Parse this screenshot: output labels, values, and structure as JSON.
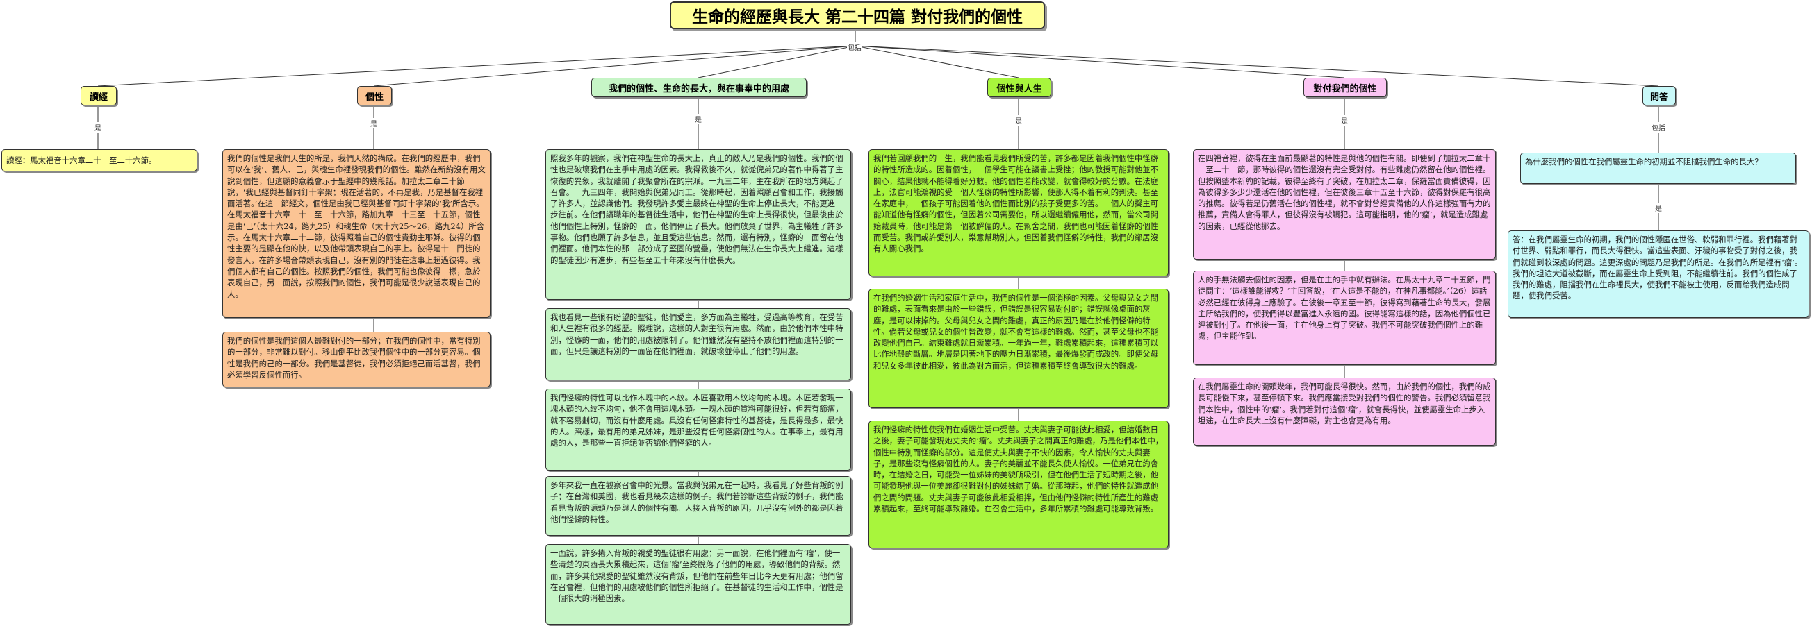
{
  "root": {
    "title": "生命的經歷與長大 第二十四篇 對付我們的個性",
    "relation": "包括"
  },
  "topics": [
    {
      "label": "讀經",
      "relation": "是"
    },
    {
      "label": "個性",
      "relation": "是"
    },
    {
      "label": "我們的個性、生命的長大，與在事奉中的用處",
      "relation": "是"
    },
    {
      "label": "個性與人生",
      "relation": "是"
    },
    {
      "label": "對付我們的個性",
      "relation": "是"
    },
    {
      "label": "問答",
      "relation": "包括"
    }
  ],
  "notes": {
    "reading": "讀經：馬太福音十六章二十一至二十六節。",
    "personality": [
      "我們的個性是我們天生的所是，我們天然的構成。在我們的經歷中，我們可以在‘我’、舊人、己，與魂生命裡發現我們的個性。雖然在新約沒有用文說到個性，但這顯的意義會示于聖經中的幾段話。加拉太二章二十節說，‘我已經與基督同釘十字架；現在活著的，不再是我，乃是基督在我裡面活著。’在這一節經文，個性是由我已經與基督同釘十字架的‘我’所含示。在馬太福音十六章二十一至二十六節，路加九章二十三至二十五節，個性是由‘己’（太十六24，路九25）和魂生命（太十六25～26，路九24）所含示。在馬太十六章二十二節，彼得照着自己的個性貴動主耶穌。彼得的個性主要的是顯在他的快，以及他帶頭表現自己的事上。彼得是十二門徒的發言人，在許多場合帶頭表現自己，沒有別的門徒在這事上超過彼得。我們個人都有自己的個性。按照我們的個性，我們可能也像彼得一樣，急於表現自己，另一面說，按照我們的個性，我們可能是很少說話表現自己的人。",
      "我們的個性是我們這個人最難對付的一部分；在我們的個性中，常有特別的一部分，非常難以對付。移山倒平比改我們個性中的一部分更容易。個性是我們的己的一部分。我們是基督徒，我們必須拒絕己而活基督，我們必須學習反個性而行。"
    ],
    "service": [
      "照我多年的觀察，我們在神聖生命的長大上，真正的敵人乃是我們的個性。我們的個性也是破壞我們在主手中用處的因素。我得救後不久，就從倪弟兄的著作中得著了主恢復的異象，我就離開了我聚會所在的宗派。一九三二年，主在我所在的地方興起了召會。一九三四年，我開始與倪弟兄同工。從那時起，因着照顧召會和工作，我接觸了許多人，並認識他們。我發現許多愛主最終在神聖的生命上停止長大，不能更進一步往前。在他們讀職年的基督徒生活中，他們在神聖的生命上長得很快，但最後由於他們個性上特別，怪癖的一面，他們停止了長大。他們放棄了世界，為主犧牲了許多事物。他們也願了許多信息，並且愛這些信息。然而，還有特別，怪癖的一面留在他們裡面。他們本性的那一部分成了堅固的營壘，使他們無法在生命長大上繼進。這樣的聖徒因少有進步，有些甚至五十年來沒有什麼長大。",
      "我也看見一些很有盼望的聖徒，他們愛主，多方面為主犧牲，受過高等教育，在受苦和人生裡有很多的經歷。照理說，這樣的人對主很有用處。然而，由於他們本性中特別，怪癖的一面，他們的用處被限制了。他們雖然沒有堅持不放他們裡面這特別的一面，但只是讓這特別的一面留在他們裡面，就破壞並停止了他們的用處。",
      "我們怪癖的特性可以比作木塊中的木紋。木匠喜歡用木紋均勻的木塊。木匠若發現一塊木頭的木紋不均勻，他不會用這塊木頭。一塊木頭的質料可能很好，但若有節瘤，就不容易劃切，而沒有什麼用處。具沒有任何怪癖特性的基督徒，是長得最多，最快的人。照樣，最有用的弟兄姊妹，是那些沒有任何怪癖個性的人。在事奉上，最有用處的人，是那些一直拒絕並否認他們怪癖的人。",
      "多年來我一直在觀察召會中的光景。當我與倪弟兄在一起時，我看見了好些背叛的例子；在台灣和美國，我也看見幾次這樣的例子。我們若診斷這些背叛的例子，我們能看見背叛的源頭乃是與人的個性有關。人接入背叛的原因，几乎沒有例外的都是因着他們怪僻的特性。",
      "一面說，許多捲入背叛的親愛的聖徒很有用處；另一面說，在他們裡面有‘瘤’，使一些清楚的東西長大累積起來，這個‘瘤’至終脫落了他們的用處，導致他們的背叛。然而，許多其他親愛的聖徒雖然沒有背叛，但他們在前些年日比今天更有用處；他們留在召會裡，但他們的用處被他們的個性所拒絕了。在基督徒的生活和工作中，個性是一個很大的消極因素。"
    ],
    "life": [
      "我們若回顧我們的一生，我們能看見我們所受的苦，許多都是因着我們個性中怪癖的特性所造成的。因着個性，一個學生可能在讀書上受挫；他的教授可能對他並不關心，結果他就不能得着好分數。他的個性若能改變，就會得較好的分數。在法庭上，法官可能鴻視的受一個人怪癖的特性所影響，使那人得不着有利的判決。甚至在家庭中，一個孩子可能因着他的個性而比別的孩子受更多的苦。一個人的擬主可能知道他有怪癖的個性，但因着公司需要他，所以還繼續僱用他，然而，當公司開始裁員時，他可能是第一個被解僱的人。在幫舍之間，我們也可能因着怪癖的個性而受苦。我們或許愛別人，樂意幫助別人，但因着我們怪僻的特性，我們的鄰居沒有人關心我們。",
      "在我們的婚姻生活和家庭生活中，我們的個性是一個消極的因素。父母與兒女之間的難處，表面看來是由於一些錯誤，但錯誤是很容易對付的；錯誤就像桌面的灰塵，是可以抹掉的。父母與兒女之間的難處，真正的原因乃是在於他們怪僻的特性。倘若父母或兒女的個性皆改變，就不會有這樣的難處。然而，甚至父母也不能改變他們自己。結束難處就日漸累積。一年過一年，難處累積起來，這種累積可以比作地殼的斷層。地層是因著地下的壓力日漸累積，最後爆發而成改的。即使父母和兒女多年彼此相愛，彼此為對方而活，但這種累積至終會導致很大的難處。",
      "我們怪癖的特性使我們在婚姻生活中受苦。丈夫與妻子可能彼此相愛，但結婚數日之後，妻子可能發現她丈夫的‘瘤’。丈夫與妻子之間真正的難處，乃是他們本性中，個性中特別而怪癖的部分。這是使丈夫與妻子不快的因素，令人愉快的丈夫與妻子，是那些沒有怪癖個性的人。妻子的美麗並不能長久使人愉悅。一位弟兄在約會時，在結婚之日，可能受一位姊妹的美貌所吸引，但在他們生活了短時期之後，他可能發現他與一位美麗卻很難對付的姊妹結了婚。從那時起，他們的特性就造成他們之間的問題。丈夫與妻子可能彼此相愛相拌，但由他們怪僻的特性所產生的難處累積起來，至終可能導致離婚。在召會生活中，多年所累積的難處可能導致背叛。"
    ],
    "deal": [
      "在四福音裡，彼得在主面前最顯著的特性是與他的個性有關。即使到了加拉太二章十一至二十一節，那時彼得的個性還沒有完全受對付。有些難處仍然留在他的個性裡。但按照整本新約的記載，彼得至終有了突破，在加拉太二章，保羅當面責備彼得，因為彼得多多少少還活在他的個性裡，但在彼後三章十五至十六節，彼得對保羅有很高的推薦。彼得若是仍舊活在他的個性裡，就不會對曾經責備他的人作這樣強而有力的推薦，責備人會得罪人，但彼得沒有被觸犯。這可能指明，他的‘瘤’，就是造成難處的因素，已經從他挪去。",
      "人的手無法觸去個性的因素，但是在主的手中就有辦法。在馬太十九章二十五節，門徒問主：‘這樣誰能得救？’主回答說，‘在人這是不能的，在神凡事都能。’（26）這話必然已經在彼得身上應驗了。在彼後一章五至十節，彼得寫到藉著生命的長大，發展主所給我們的，使我們得以豐富進入永遠的國。彼得能寫這樣的話，因為他們個性已經被對付了。在他後一面，主在他身上有了突破。我們不可能突破我們個性上的難處，但主能作到。",
      "在我們屬靈生命的開頭幾年，我們可能長得很快。然而，由於我們的個性，我們的成長可能慢下來，甚至停頓下來。我們應當接受對我們的個性的警告。我們必須留意我們本性中，個性中的‘瘤’。我們若對付這個‘瘤’，就會長得快，並使屬靈生命上步入坦途，在生命長大上沒有什麼障礙，對主也會更為有用。"
    ],
    "qa_question": "為什麼我們的個性在我們屬靈生命的初期並不阻擋我們生命的長大？",
    "qa_relation": "是",
    "qa_answer": "答：在我們屬靈生命的初期，我們的個性隱匿在世俗、軟弱和罪行裡。我們藉著對付世界、弱點和罪行，而長大得很快。當這些表面、汙穢的事物受了對付之後，我們就碰到較深處的問題。這更深處的問題乃是我們的所是。在我們的所是裡有‘瘤’。我們的坦途大道被截斷，而在屬靈生命上受到阻，不能繼續往前。我們的個性成了我們的難處，阻擋我們在生命裡長大，使我們不能被主使用，反而給我們造成問題，使我們受苦。"
  },
  "colors": {
    "root": "#ffff99",
    "reading": "#ffff99",
    "personality": "#fbc494",
    "service": "#c6f5c6",
    "life": "#a8f53c",
    "deal": "#fbc5f3",
    "qa": "#c9f9f9",
    "text_underline_red": "#b00000"
  }
}
